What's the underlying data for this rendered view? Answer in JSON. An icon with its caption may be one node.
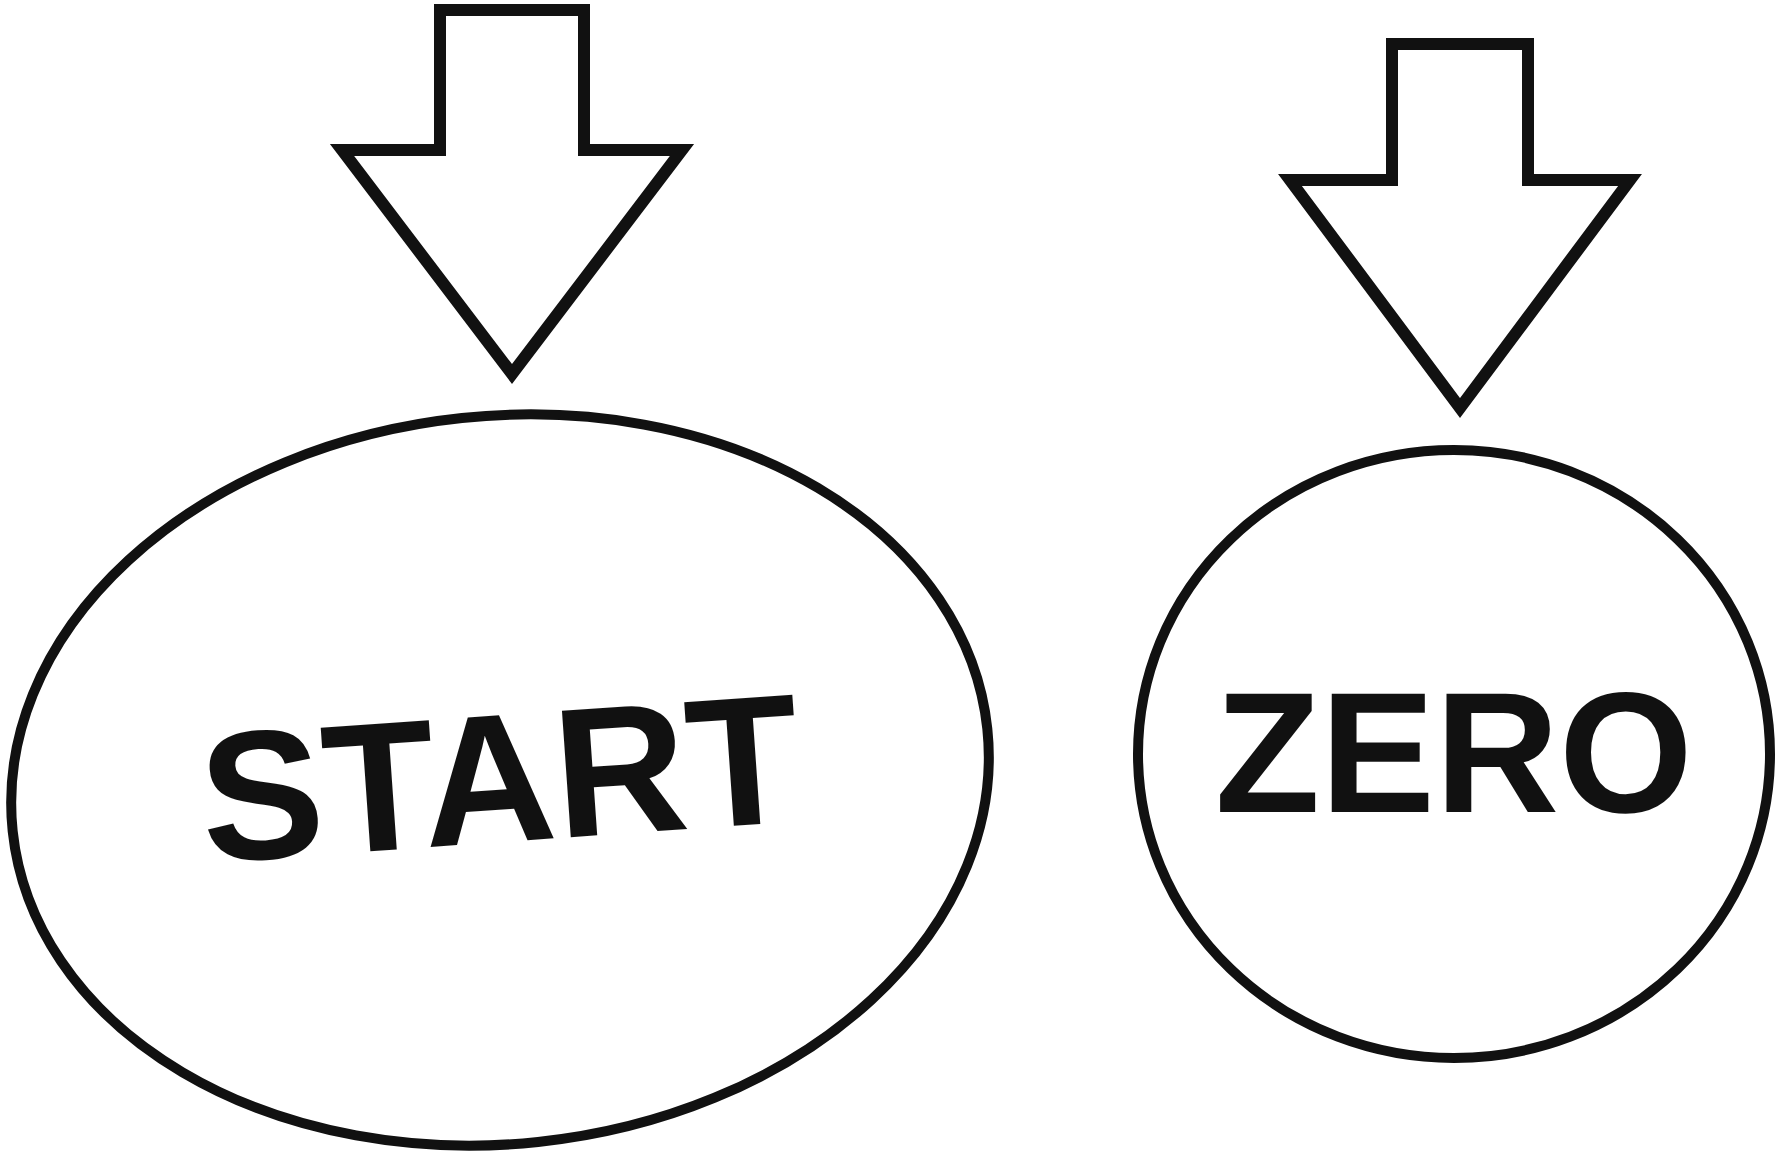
{
  "diagram": {
    "nodes": [
      {
        "text": [
          "START"
        ]
      },
      {
        "text": [
          "ZERO"
        ]
      }
    ],
    "edges": [
      {
        "from": null,
        "to": 0,
        "arrow": "to"
      },
      {
        "from": null,
        "to": 1,
        "arrow": "to"
      }
    ]
  }
}
